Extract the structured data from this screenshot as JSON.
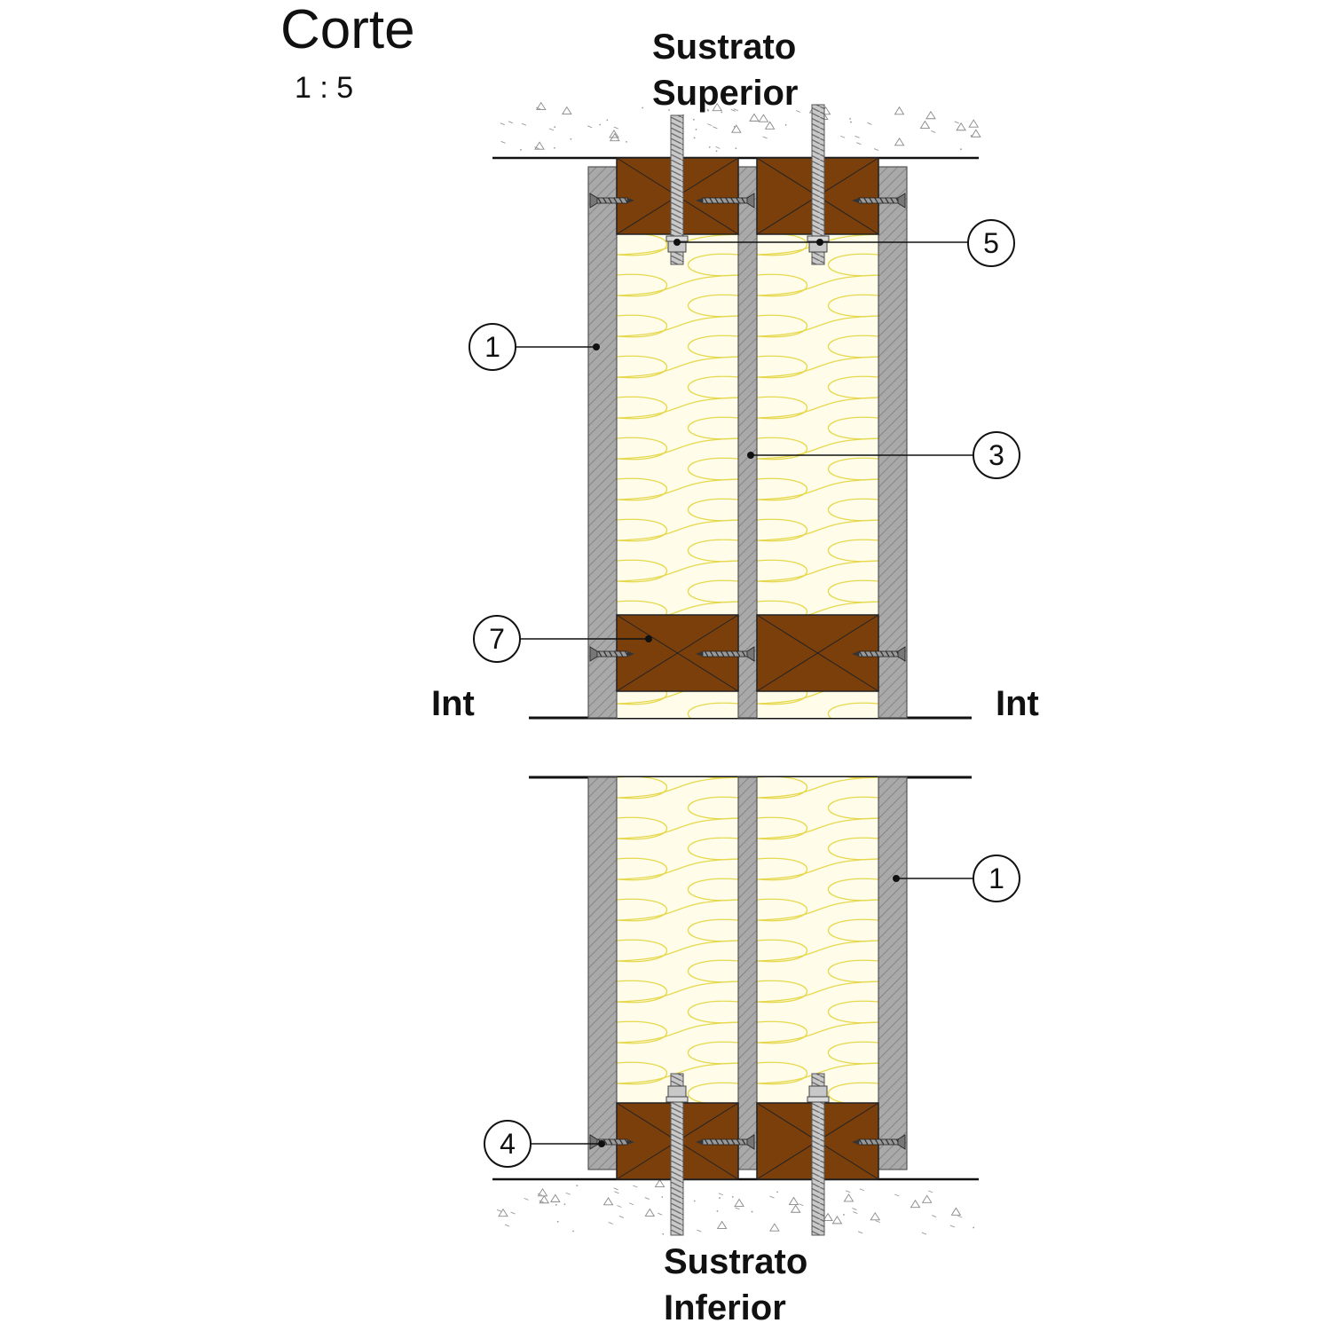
{
  "title": "Corte",
  "scale": "1 : 5",
  "labels": {
    "top_substrate_line1": "Sustrato",
    "top_substrate_line2": "Superior",
    "bottom_substrate_line1": "Sustrato",
    "bottom_substrate_line2": "Inferior",
    "interior_left": "Int",
    "interior_right": "Int"
  },
  "callouts": [
    {
      "id": "callout-1-top",
      "text": "1"
    },
    {
      "id": "callout-3",
      "text": "3"
    },
    {
      "id": "callout-5",
      "text": "5"
    },
    {
      "id": "callout-7",
      "text": "7"
    },
    {
      "id": "callout-1-bottom",
      "text": "1"
    },
    {
      "id": "callout-4",
      "text": "4"
    }
  ],
  "colors": {
    "timber": "#7b3f0c",
    "board": "#a6a6a6",
    "insulation_bg": "#fffde9",
    "insulation_line": "#e6d84e",
    "steel": "#b8b8b8",
    "line": "#111111"
  }
}
